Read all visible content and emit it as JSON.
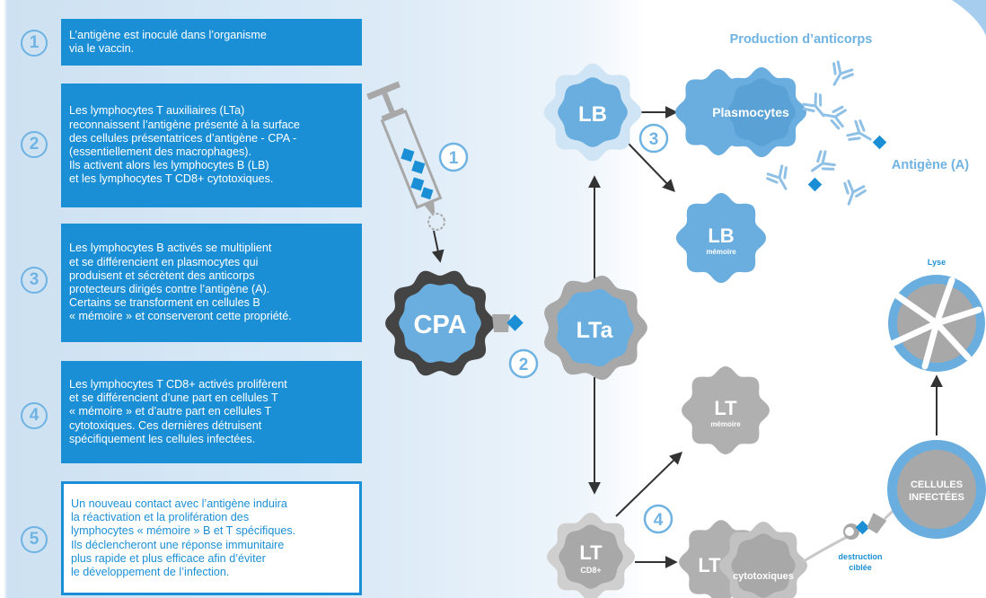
{
  "steps": [
    {
      "num": "1",
      "text": "L’antigène est inoculé dans l’organisme\nvia le vaccin."
    },
    {
      "num": "2",
      "text": "Les lymphocytes T auxiliaires (LTa)\nreconnaissent l’antigène présenté à la surface\ndes cellules présentatrices d’antigène - CPA -\n(essentiellement des macrophages).\nIls activent alors les lymphocytes B (LB)\net les lymphocytes T CD8+ cytotoxiques."
    },
    {
      "num": "3",
      "text": "Les lymphocytes B activés se multiplient\net se différencient en plasmocytes qui\nproduisent et sécrètent des anticorps\nprotecteurs dirigés contre l’antigène (A).\nCertains se transforment en cellules B\n« mémoire » et conserveront cette propriété."
    },
    {
      "num": "4",
      "text": "Les lymphocytes T CD8+ activés prolifèrent\net se différencient d’une part en cellules T\n« mémoire » et d’autre part en cellules T\ncytotoxiques. Ces dernières détruisent\nspécifiquement les cellules infectées."
    },
    {
      "num": "5",
      "text": "Un nouveau contact avec l’antigène induira\nla réactivation et la prolifération des\nlymphocytes « mémoire » B et T spécifiques.\nIls déclencheront une réponse immunitaire\nplus rapide et plus efficace afin d’éviter\nle développement de l’infection."
    }
  ],
  "diagram": {
    "step_markers": [
      "1",
      "2",
      "3",
      "4"
    ],
    "labels": {
      "production": "Production d’anticorps",
      "antigen": "Antigène (A)",
      "lb": "LB",
      "plasmocytes": "Plasmocytes",
      "lb_memory_main": "LB",
      "lb_memory_sub": "mémoire",
      "cpa": "CPA",
      "lta": "LTa",
      "lt_memory_main": "LT",
      "lt_memory_sub": "mémoire",
      "lt_cd8_main": "LT",
      "lt_cd8_sub": "CD8+",
      "lt_cyto_main": "LT",
      "lt_cyto_sub": "cytotoxiques",
      "infected_1": "CELLULES",
      "infected_2": "INFECTÉES",
      "lyse": "Lyse",
      "destruction_1": "destruction",
      "destruction_2": "ciblée"
    }
  },
  "colors": {
    "box_blue": "#1b8fd6",
    "accent_light": "#6fb3e3",
    "cell_blue": "#6aaedf",
    "cell_gray": "#a8a8a8",
    "cell_dark": "#444444",
    "antigen": "#1b8fd6"
  }
}
